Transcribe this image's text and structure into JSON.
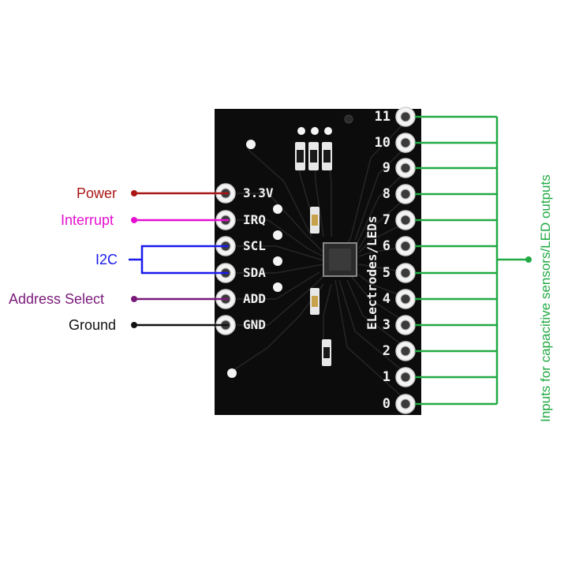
{
  "left_labels": [
    {
      "text": "Power",
      "color": "#aa1515"
    },
    {
      "text": "Interrupt",
      "color": "#e60fd0"
    },
    {
      "text": "I2C",
      "color": "#1a1aee"
    },
    {
      "text": "Address Select",
      "color": "#7a1a7a"
    },
    {
      "text": "Ground",
      "color": "#111111"
    }
  ],
  "left_pins": [
    "3.3V",
    "IRQ",
    "SCL",
    "SDA",
    "ADD",
    "GND"
  ],
  "right_pins": [
    "11",
    "10",
    "9",
    "8",
    "7",
    "6",
    "5",
    "4",
    "3",
    "2",
    "1",
    "0"
  ],
  "board_text": "ELectrodes/LEDs",
  "right_label": {
    "text": "Inputs for capacitive sensors/LED outputs",
    "color": "#22aa44"
  },
  "colors": {
    "board": "#0c0c0c",
    "trace": "#2a2a2a",
    "pad": "#f4f4f4",
    "green": "#22aa44",
    "i2c": "#1a1aee"
  }
}
